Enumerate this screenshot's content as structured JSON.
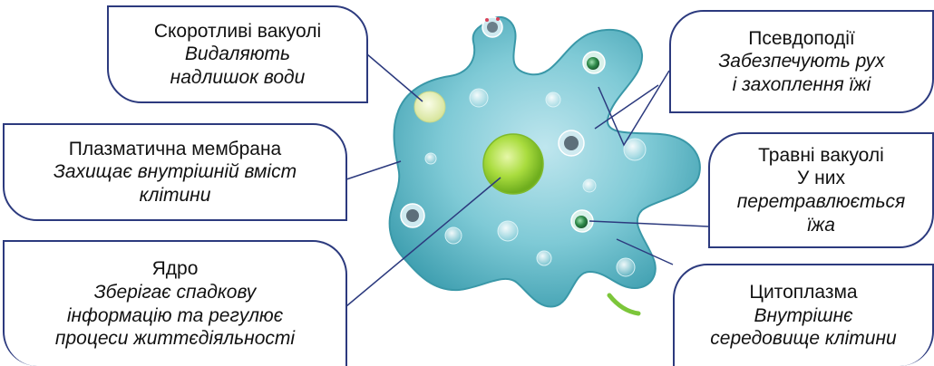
{
  "labels": {
    "contractile_vacuoles": {
      "title": "Скоротливі вакуолі",
      "desc_line1": "Видаляють",
      "desc_line2": "надлишок води"
    },
    "plasma_membrane": {
      "title": "Плазматична мембрана",
      "desc_line1": "Захищає внутрішній вміст",
      "desc_line2": "клітини"
    },
    "nucleus": {
      "title": "Ядро",
      "desc_line1": "Зберігає спадкову",
      "desc_line2": "інформацію та регулює",
      "desc_line3": "процеси життєдіяльності"
    },
    "pseudopodia": {
      "title": "Псевдоподії",
      "desc_line1": "Забезпечують рух",
      "desc_line2": "і захоплення їжі"
    },
    "digestive_vacuoles": {
      "title_line1": "Травні вакуолі",
      "title_line2": "У них",
      "desc_line1": "перетравлюється",
      "desc_line2": "їжа"
    },
    "cytoplasm": {
      "title": "Цитоплазма",
      "desc_line1": "Внутрішнє",
      "desc_line2": "середовище клітини"
    }
  },
  "colors": {
    "box_border": "#2c3a7e",
    "cell_body": "#5fb8c6",
    "nucleus": "#9fd43c",
    "contractile_vacuole": "#e4eeb0",
    "food_vacuole_core": "#2e8a4a",
    "leader_line": "#2c3a7e"
  }
}
